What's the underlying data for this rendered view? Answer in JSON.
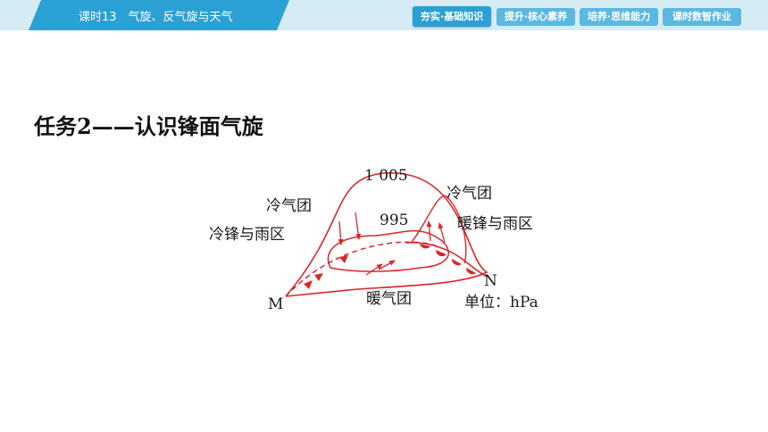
{
  "header": {
    "lesson_title": "课时13　气旋、反气旋与天气",
    "nav": [
      {
        "label": "夯实·基础知识",
        "active": true
      },
      {
        "label": "提升·核心素养",
        "active": false
      },
      {
        "label": "培养·思维能力",
        "active": false
      },
      {
        "label": "课时数智作业",
        "active": false
      }
    ]
  },
  "task": {
    "title": "任务2——认识锋面气旋"
  },
  "diagram": {
    "isobar_outer": "1 005",
    "isobar_inner": "995",
    "cold_air_left": "冷气团",
    "cold_air_right": "冷气团",
    "cold_front_rain": "冷锋与雨区",
    "warm_front_rain": "暖锋与雨区",
    "warm_air": "暖气团",
    "point_m": "M",
    "point_n": "N",
    "unit": "单位：hPa"
  },
  "colors": {
    "topbar_bg": "#d6ecf5",
    "lesson_tab": "#2aa0d4",
    "nav_active": "#2aa0d4",
    "nav_inactive": "#5bb8e0",
    "diagram_red": "#d9262b"
  }
}
